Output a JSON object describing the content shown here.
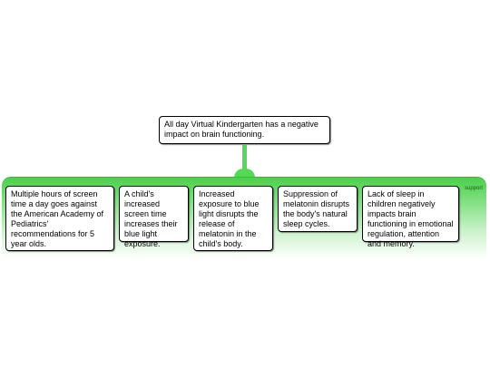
{
  "root": {
    "text": "All day Virtual Kindergarten has a negative impact on brain functioning."
  },
  "group": {
    "label": "support"
  },
  "children": [
    {
      "text": "Multiple hours of screen time a day goes against the American Academy of Pediatrics' recommendations for 5 year olds."
    },
    {
      "text": "A child's increased screen time increases their blue light exposure."
    },
    {
      "text": "Increased exposure to blue light disrupts the release of melatonin in the child's body."
    },
    {
      "text": "Suppression of melatonin disrupts the body's natural sleep cycles."
    },
    {
      "text": "Lack of sleep in children negatively impacts brain functioning in emotional regulation, attention and memory."
    }
  ],
  "colors": {
    "group_fill": "#55d955",
    "node_border": "#000000"
  }
}
